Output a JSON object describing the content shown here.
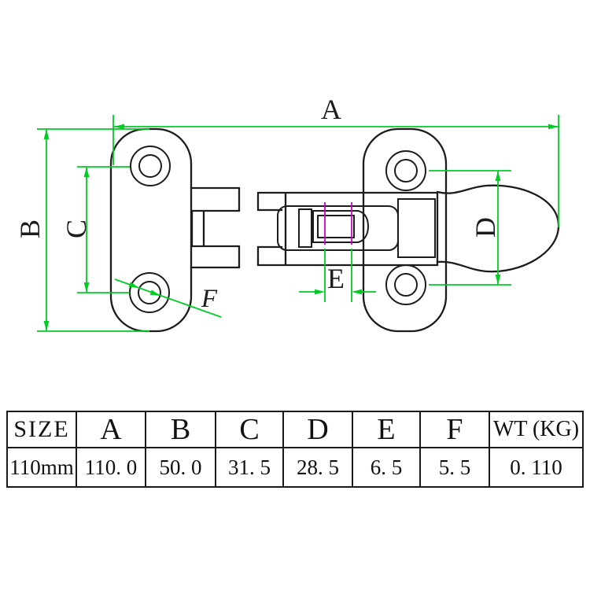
{
  "diagram": {
    "dimension_labels": {
      "a": "A",
      "b": "B",
      "c": "C",
      "d": "D",
      "e": "E",
      "f": "F"
    },
    "colors": {
      "dimension_lines": "#00cc22",
      "bolt_travel_marks": "#cc00cc",
      "drawing_lines": "#1c1c1c",
      "background": "#ffffff"
    }
  },
  "spec_table": {
    "headers": [
      "SIZE",
      "A",
      "B",
      "C",
      "D",
      "E",
      "F",
      "WT (KG)"
    ],
    "row": [
      "110mm",
      "110. 0",
      "50. 0",
      "31. 5",
      "28. 5",
      "6. 5",
      "5. 5",
      "0. 110"
    ]
  }
}
